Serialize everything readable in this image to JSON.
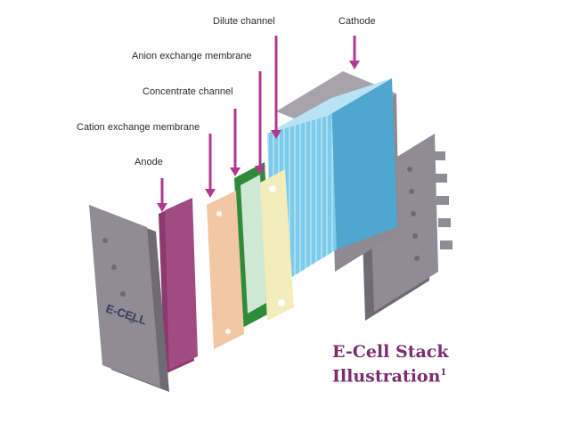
{
  "labels": {
    "dilute_channel": "Dilute channel",
    "cathode": "Cathode",
    "anion_membrane": "Anion exchange membrane",
    "concentrate_channel": "Concentrate channel",
    "cation_membrane": "Cation exchange membrane",
    "anode": "Anode"
  },
  "brand_text": "E-CELL",
  "caption": {
    "line1": "E-Cell Stack",
    "line2": "Illustration",
    "footnote": "1"
  },
  "colors": {
    "arrow": "#b0398f",
    "end_plate": "#8d8a91",
    "anode": "#8b3a6d",
    "concentrate_spacer": "#f2c7a3",
    "membrane_frame": "#2f8a3a",
    "dilute_spacer": "#f3edbc",
    "blue_stack": "#6ec3e6",
    "cathode_plate": "#7b7680",
    "caption": "#7b2d6e"
  }
}
